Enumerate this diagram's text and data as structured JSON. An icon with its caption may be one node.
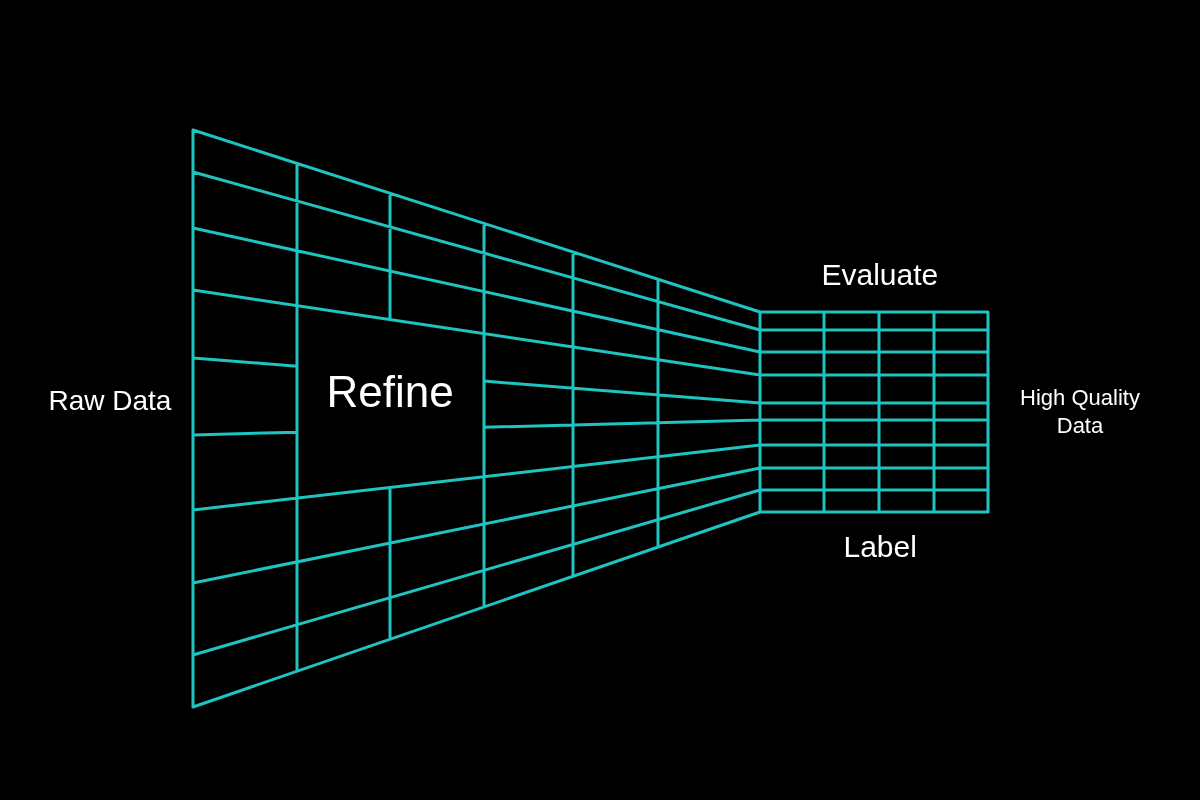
{
  "diagram": {
    "labels": [
      "Raw Data",
      "Refine",
      "Evaluate",
      "Label",
      "High Quality Data"
    ]
  }
}
